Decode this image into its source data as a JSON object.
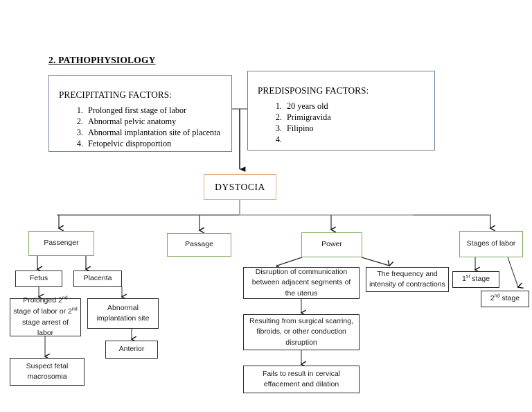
{
  "page": {
    "section_title": "2. PATHOPHYSIOLOGY"
  },
  "precipitating": {
    "heading": "PRECIPITATING FACTORS:",
    "items": [
      "Prolonged first stage of labor",
      "Abnormal pelvic anatomy",
      "Abnormal implantation site of placenta",
      "Fetopelvic disproportion"
    ]
  },
  "predisposing": {
    "heading": "PREDISPOSING FACTORS:",
    "items": [
      "20 years old",
      "Primigravida",
      "Filipino",
      ""
    ]
  },
  "central": {
    "label": "DYSTOCIA"
  },
  "branches": {
    "passenger": "Passenger",
    "passage": "Passage",
    "power": "Power",
    "stages": "Stages of labor"
  },
  "passenger_children": {
    "fetus": "Fetus",
    "placenta": "Placenta",
    "prolonged_stage_line1": "Prolonged 2",
    "prolonged_stage_sup1": "nd",
    "prolonged_stage_line2": " stage of labor or 2",
    "prolonged_stage_sup2": "nd",
    "prolonged_stage_line3": " stage arrest of labor",
    "suspect_macrosomia": "Suspect fetal macrosomia",
    "abnormal_implantation": "Abnormal implantation site",
    "anterior": "Anterior"
  },
  "power_children": {
    "disruption": "Disruption of communication between adjacent segments of the uterus",
    "resulting": "Resulting from surgical scarring, fibroids, or other conduction disruption",
    "fails": "Fails to result in cervical effacement and dilation",
    "frequency": "The frequency and intensity of contractions"
  },
  "stages_children": {
    "first_prefix": "1",
    "first_sup": "st",
    "first_suffix": " stage",
    "second_prefix": "2",
    "second_sup": "nd",
    "second_suffix": " stage"
  },
  "colors": {
    "factor_border": "#6b7f9e",
    "central_border": "#e8a87c",
    "branch_border": "#7ca85c",
    "node_border": "#2b2b2b",
    "connector_dark": "#2b2b2b",
    "connector_gray": "#9a9a9a",
    "background": "#ffffff"
  }
}
